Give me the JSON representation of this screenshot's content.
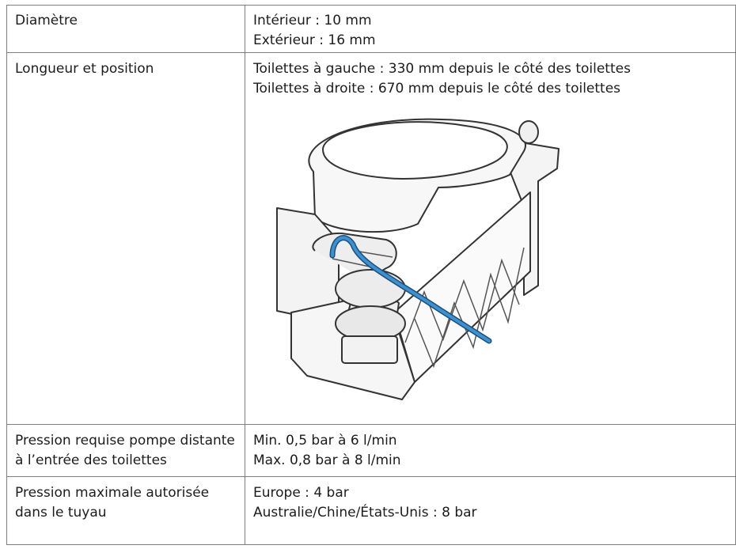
{
  "rows": [
    {
      "label": [
        "Diamètre"
      ],
      "value": [
        "Intérieur : 10 mm",
        "Extérieur : 16 mm"
      ]
    },
    {
      "label": [
        "Longueur et position"
      ],
      "value": [
        "Toilettes à gauche : 330 mm depuis le côté des toilettes",
        "Toilettes à droite : 670 mm depuis le côté des toilettes"
      ]
    },
    {
      "label": [
        "Pression requise pompe distante",
        "à l’entrée des toilettes"
      ],
      "value": [
        "Min. 0,5 bar à 6 l/min",
        "Max. 0,8 bar à 8 l/min"
      ]
    },
    {
      "label": [
        "Pression maximale autorisée",
        "dans le tuyau"
      ],
      "value": [
        "Europe : 4 bar",
        "Australie/Chine/États-Unis : 8 bar"
      ]
    }
  ],
  "colors": {
    "border": "#7f7f7f",
    "hose": "#2f80c0",
    "text": "#1c1c1c"
  },
  "figure": {
    "icon": "toilet-hose-diagram"
  }
}
